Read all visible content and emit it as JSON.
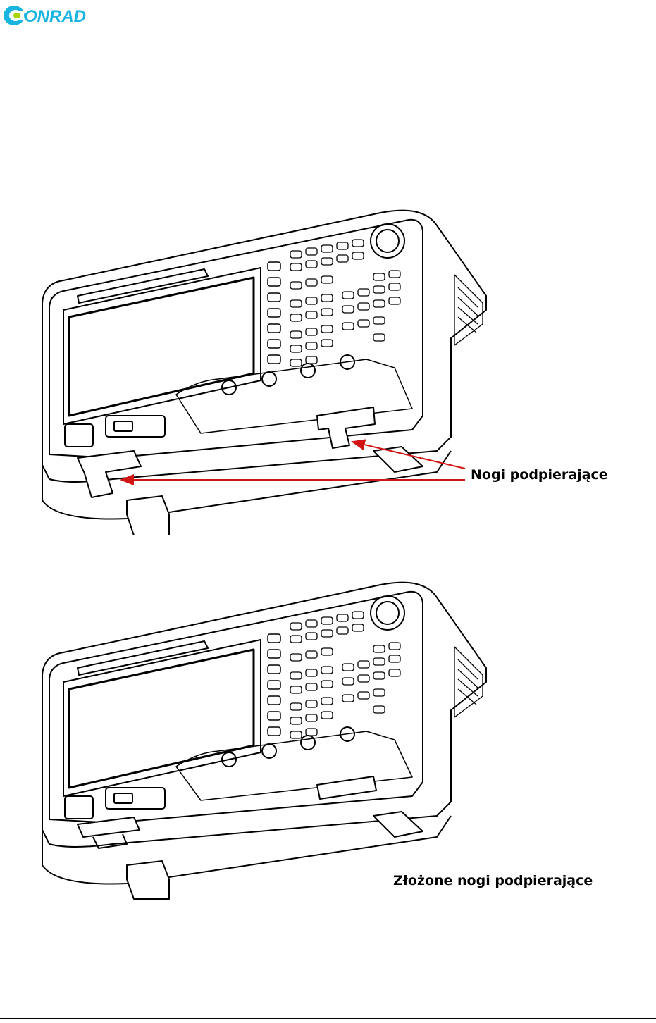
{
  "logo": {
    "text": "CONRAD",
    "color": "#1ab4e0",
    "accent": "#a8d400"
  },
  "figures": [
    {
      "label": "Nogi podpierające",
      "annotation_color": "#d11414"
    },
    {
      "label": "Złożone nogi podpierające"
    }
  ]
}
